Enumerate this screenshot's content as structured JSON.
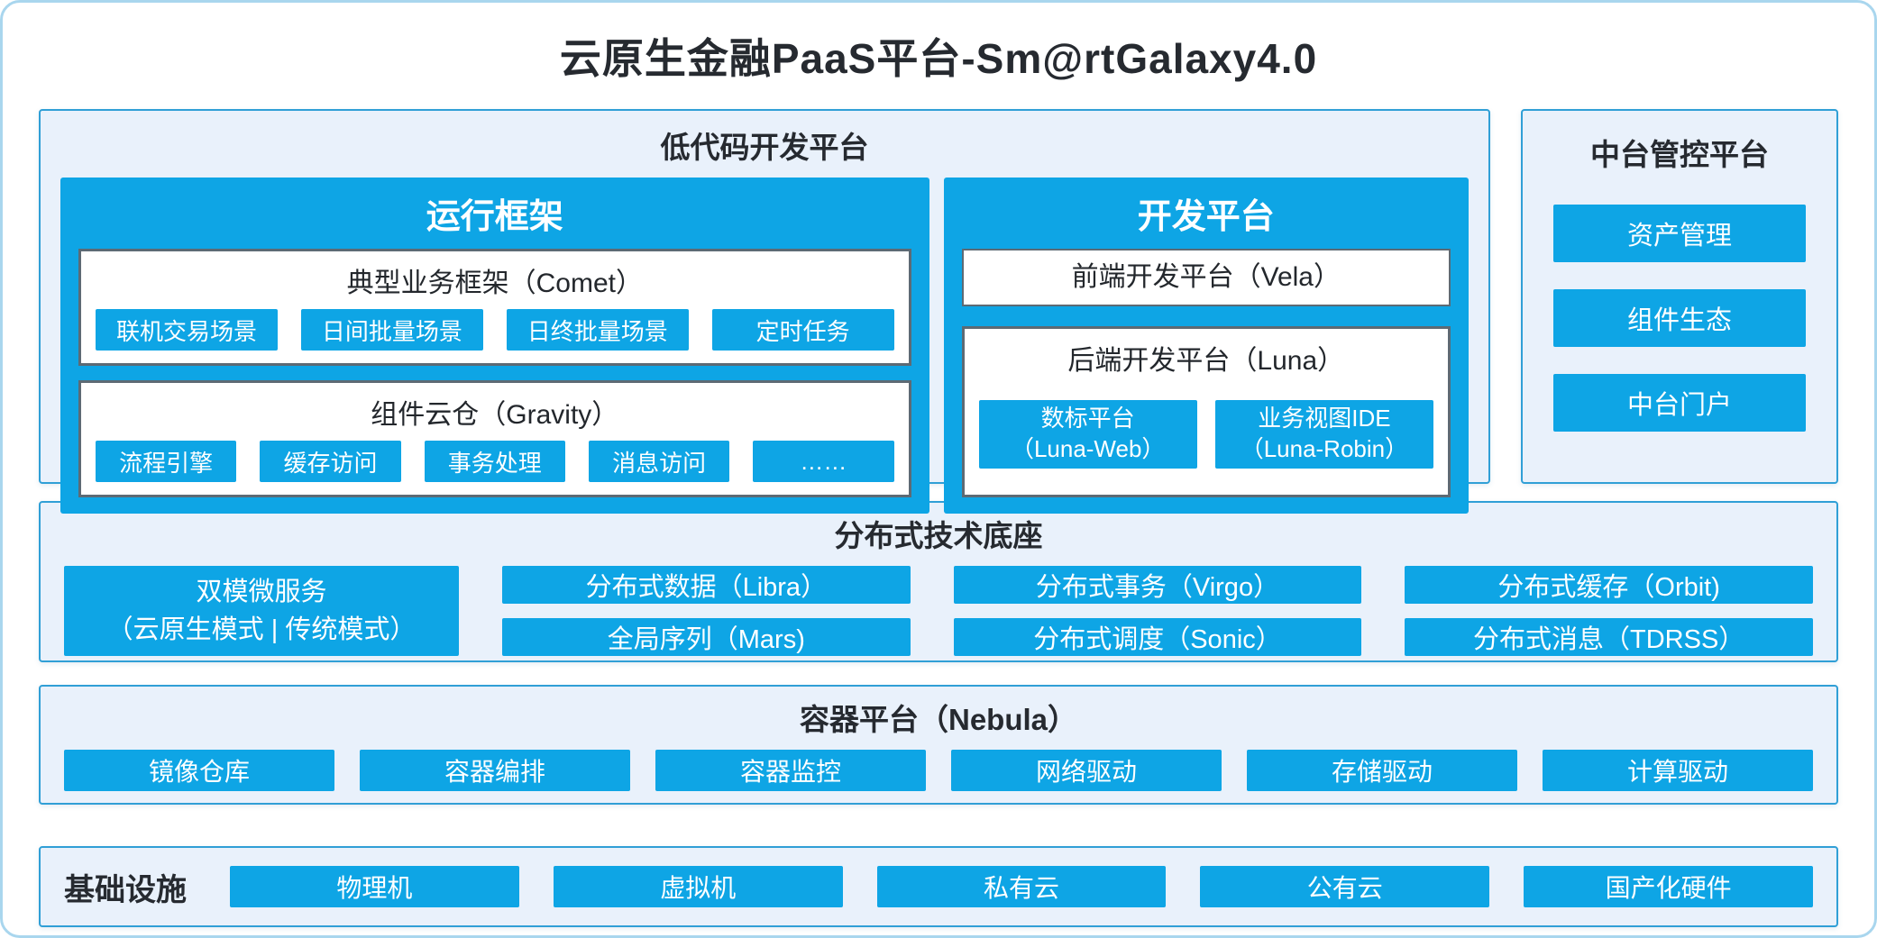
{
  "title": "云原生金融PaaS平台-Sm@rtGalaxy4.0",
  "colors": {
    "accent_blue": "#0ea5e5",
    "panel_background": "#e9f1fb",
    "panel_border": "#309fd6",
    "white_box_border": "#5d6a74",
    "title_text": "#262a30"
  },
  "low_code": {
    "title": "低代码开发平台",
    "runtime": {
      "title": "运行框架",
      "comet": {
        "title": "典型业务框架（Comet）",
        "items": [
          "联机交易场景",
          "日间批量场景",
          "日终批量场景",
          "定时任务"
        ]
      },
      "gravity": {
        "title": "组件云仓（Gravity）",
        "items": [
          "流程引擎",
          "缓存访问",
          "事务处理",
          "消息访问",
          "……"
        ]
      }
    },
    "dev": {
      "title": "开发平台",
      "vela": "前端开发平台（Vela）",
      "luna": {
        "title": "后端开发平台（Luna）",
        "items": [
          {
            "line1": "数标平台",
            "line2": "（Luna-Web）"
          },
          {
            "line1": "业务视图IDE",
            "line2": "（Luna-Robin）"
          }
        ]
      }
    }
  },
  "middle_platform": {
    "title": "中台管控平台",
    "items": [
      "资产管理",
      "组件生态",
      "中台门户"
    ]
  },
  "distributed": {
    "title": "分布式技术底座",
    "dual_mode": {
      "line1": "双模微服务",
      "line2": "（云原生模式 | 传统模式）"
    },
    "items": [
      "分布式数据（Libra）",
      "分布式事务（Virgo）",
      "分布式缓存（Orbit)",
      "全局序列（Mars)",
      "分布式调度（Sonic）",
      "分布式消息（TDRSS）"
    ]
  },
  "container_platform": {
    "title": "容器平台（Nebula）",
    "items": [
      "镜像仓库",
      "容器编排",
      "容器监控",
      "网络驱动",
      "存储驱动",
      "计算驱动"
    ]
  },
  "infrastructure": {
    "title": "基础设施",
    "items": [
      "物理机",
      "虚拟机",
      "私有云",
      "公有云",
      "国产化硬件"
    ]
  }
}
